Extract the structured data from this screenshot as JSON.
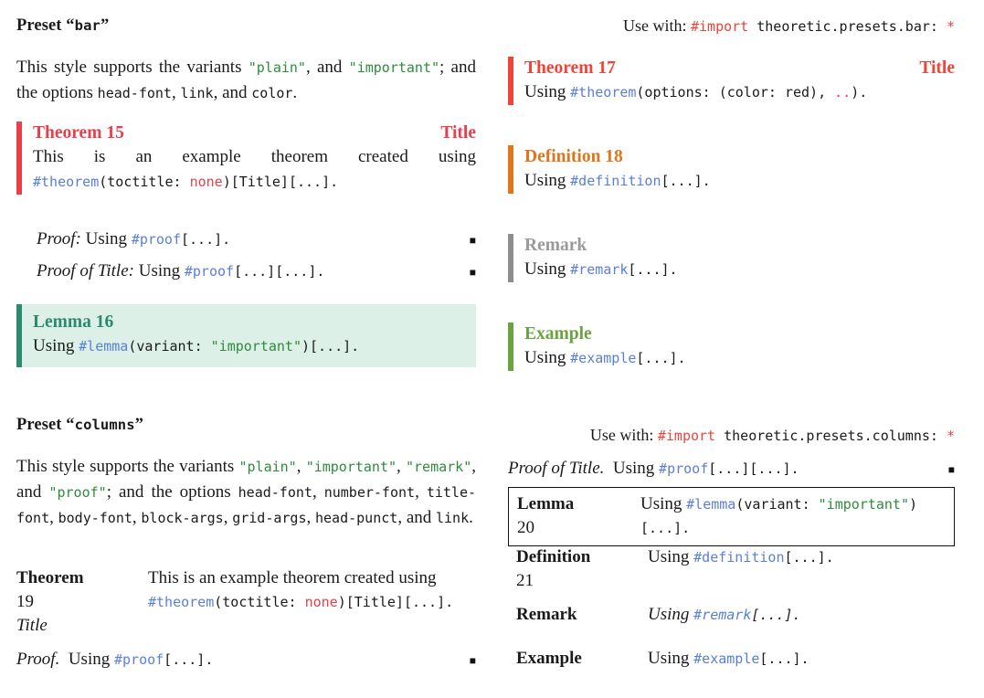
{
  "colors": {
    "theorem_red": "#e8404a",
    "theorem_red_important": "#f04438",
    "definition_orange": "#e0751c",
    "remark_gray": "#8d8d8d",
    "example_green": "#6aa340",
    "lemma_teal": "#2b8a70",
    "lemma_bg": "#dcf0e8",
    "code_blue": "#5a7fd6",
    "string_green": "#2e8b3d",
    "keyword_red": "#ef4a52"
  },
  "left": {
    "preset_heading_prefix": "Preset “",
    "preset_heading_code": "bar",
    "preset_heading_suffix": "”",
    "description": {
      "t1": "This style supports the variants ",
      "v1": "\"plain\"",
      "t2": ", and ",
      "v2": "\"important\"",
      "t3": "; and the options ",
      "o1": "head-font",
      "t4": ", ",
      "o2": "link",
      "t5": ", and ",
      "o3": "color",
      "t6": "."
    },
    "theorem": {
      "head": "Theorem 15",
      "title": "Title",
      "body_text": "This is an example theorem created using",
      "body_code_1": "#theorem",
      "body_code_2": "(toctitle: ",
      "body_code_none": "none",
      "body_code_3": ")[Title][...]."
    },
    "proofs": [
      {
        "name": "Proof:",
        "pre": "Using ",
        "code_1": "#proof",
        "code_2": "[...].",
        "qed": "■"
      },
      {
        "name": "Proof of Title:",
        "pre": "Using ",
        "code_1": "#proof",
        "code_2": "[...][...].",
        "qed": "■"
      }
    ],
    "lemma": {
      "head": "Lemma 16",
      "pre": "Using ",
      "code_1": "#lemma",
      "code_2": "(variant: ",
      "code_variant": "\"important\"",
      "code_3": ")[...]."
    }
  },
  "right": {
    "use_with_label": "Use with: ",
    "use_with_import": "#import",
    "use_with_path": " theoretic.presets.bar: ",
    "use_with_star": "*",
    "blocks": [
      {
        "head": "Theorem 17",
        "title": "Title",
        "pre": "Using ",
        "code_1": "#theorem",
        "code_2": "(options: (color: red), ",
        "code_dots": "..",
        "code_3": ").",
        "accent": "#f04438",
        "head_color": "#f04438"
      },
      {
        "head": "Definition 18",
        "title": "",
        "pre": "Using ",
        "code_1": "#definition",
        "code_2": "[...].",
        "code_dots": "",
        "code_3": "",
        "accent": "#e0751c",
        "head_color": "#e0751c"
      },
      {
        "head": "Remark",
        "title": "",
        "pre": "Using ",
        "code_1": "#remark",
        "code_2": "[...].",
        "code_dots": "",
        "code_3": "",
        "accent": "#8d8d8d",
        "head_color": "#9a9a9a"
      },
      {
        "head": "Example",
        "title": "",
        "pre": "Using ",
        "code_1": "#example",
        "code_2": "[...].",
        "code_dots": "",
        "code_3": "",
        "accent": "#6aa340",
        "head_color": "#6aa340"
      }
    ]
  },
  "left2": {
    "preset_heading_prefix": "Preset “",
    "preset_heading_code": "columns",
    "preset_heading_suffix": "”",
    "description": {
      "t1": "This style supports the variants ",
      "v1": "\"plain\"",
      "t2": ", ",
      "v2": "\"important\"",
      "t3": ", ",
      "v3": "\"remark\"",
      "t4": ", and ",
      "v4": "\"proof\"",
      "t5": "; and the options ",
      "o1": "head-font",
      "t6": ", ",
      "o2": "number-font",
      "t7": ", ",
      "o3": "title-font",
      "t8": ", ",
      "o4": "body-font",
      "t9": ", ",
      "o5": "block-args",
      "t10": ", ",
      "o6": "grid-args",
      "t11": ", ",
      "o7": "head-punct",
      "t12": ", and ",
      "o8": "link",
      "t13": "."
    },
    "theorem_row": {
      "name": "Theorem",
      "number": "19",
      "title": "Title",
      "body_text": "This is an example theorem created using",
      "code_1": "#theorem",
      "code_2": "(toctitle: ",
      "code_none": "none",
      "code_3": ")[Title][...]."
    },
    "proof_row": {
      "name": "Proof.",
      "pre": "Using ",
      "code_1": "#proof",
      "code_2": "[...].",
      "qed": "■"
    }
  },
  "right2": {
    "use_with_label": "Use with: ",
    "use_with_import": "#import",
    "use_with_path": " theoretic.presets.columns: ",
    "use_with_star": "*",
    "proof_row": {
      "name": "Proof of Title.",
      "pre": "Using ",
      "code_1": "#proof",
      "code_2": "[...][...].",
      "qed": "■"
    },
    "lemma_row": {
      "name": "Lemma",
      "number": "20",
      "pre": "Using ",
      "code_1": "#lemma",
      "code_2": "(variant: ",
      "code_variant": "\"important\"",
      "code_3": ")[...]."
    },
    "rows": [
      {
        "name": "Definition",
        "number": "21",
        "pre": "Using ",
        "code_1": "#definition",
        "code_2": "[...].",
        "italic": false
      },
      {
        "name": "Remark",
        "number": "",
        "pre": "Using ",
        "code_1": "#remark",
        "code_2": "[...].",
        "italic": true
      },
      {
        "name": "Example",
        "number": "",
        "pre": "Using ",
        "code_1": "#example",
        "code_2": "[...].",
        "italic": false
      }
    ]
  }
}
